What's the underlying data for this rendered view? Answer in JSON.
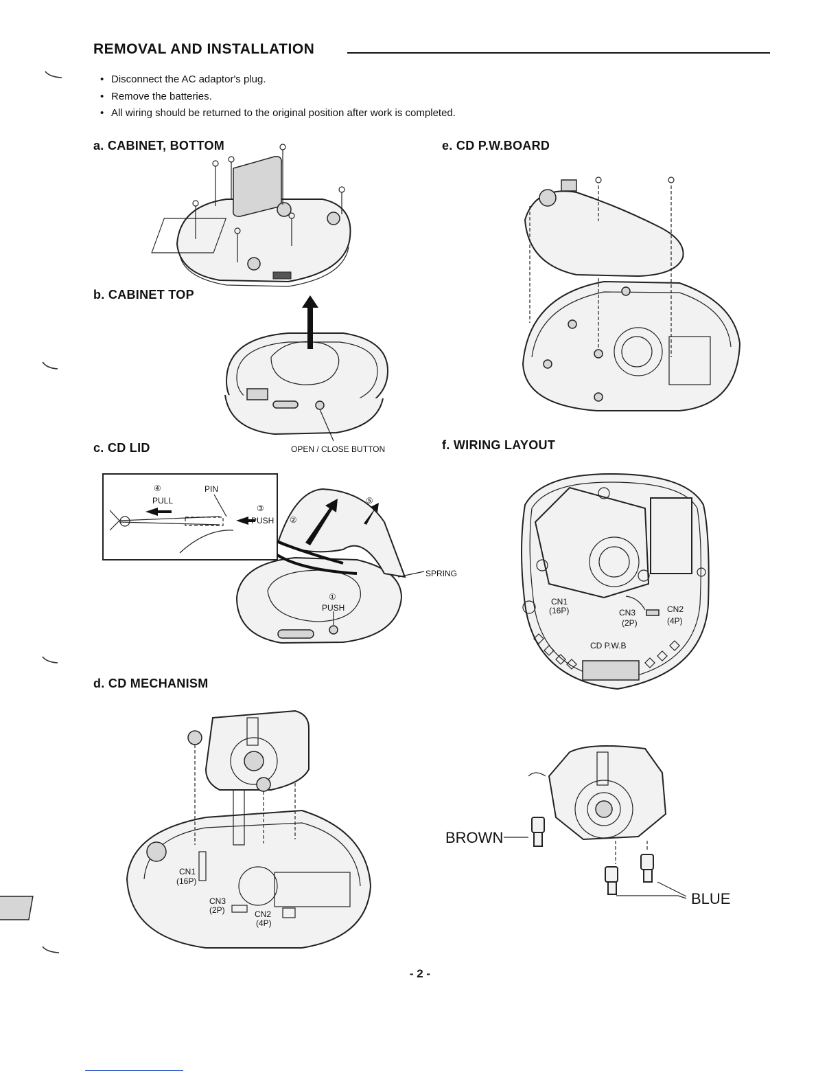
{
  "header": {
    "title": "REMOVAL AND INSTALLATION"
  },
  "notes": [
    "Disconnect the AC adaptor's plug.",
    "Remove the batteries.",
    "All wiring should be returned to the original position after work is completed."
  ],
  "sections": {
    "a": "a.  CABINET, BOTTOM",
    "b": "b.  CABINET TOP",
    "c": "c.  CD  LID",
    "d": "d.  CD  MECHANISM",
    "e": "e.  CD  P.W.BOARD",
    "f": "f.  WIRING  LAYOUT"
  },
  "labels": {
    "open_close_button": "OPEN / CLOSE BUTTON",
    "spring": "SPRING",
    "pin": "PIN",
    "pull": "PULL",
    "push": "PUSH",
    "step1": "①",
    "step2": "②",
    "step3": "③",
    "step4": "④",
    "step5": "⑤",
    "cn1": "CN1",
    "cn1_pins": "(16P)",
    "cn2": "CN2",
    "cn2_pins": "(4P)",
    "cn3": "CN3",
    "cn3_pins": "(2P)",
    "cd_pwb": "CD P.W.B",
    "brown": "BROWN",
    "blue": "BLUE"
  },
  "footer": {
    "page_number": "- 2 -"
  }
}
